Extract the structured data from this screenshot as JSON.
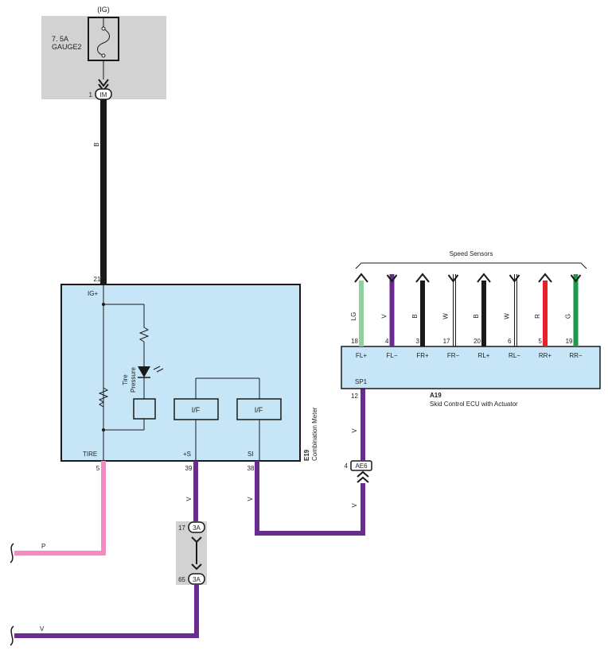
{
  "fuse": {
    "ig_label": "(IG)",
    "rating": "7. 5A",
    "name": "GAUGE2"
  },
  "connectors": {
    "im": {
      "pin": "1",
      "code": "IM"
    },
    "ae6": {
      "pin": "4",
      "code": "AE6"
    },
    "j3a_top": {
      "pin": "17",
      "code": "3A"
    },
    "j3a_bottom": {
      "pin": "65",
      "code": "3A"
    }
  },
  "wire_colors": {
    "fuse_to_meter": "B",
    "tire_out": "P",
    "s_out": "V",
    "si_out": "V",
    "ecu_out": "V",
    "j3a_out": "V"
  },
  "meter": {
    "code": "E19",
    "name": "Combination Meter",
    "pins": [
      {
        "num": "21",
        "label": "IG+"
      },
      {
        "num": "5",
        "label": "TIRE"
      },
      {
        "num": "39",
        "label": "+S"
      },
      {
        "num": "38",
        "label": "SI"
      }
    ],
    "indicator_label_1": "Tire",
    "indicator_label_2": "Pressure",
    "interface_1": "I/F",
    "interface_2": "I/F"
  },
  "ecu": {
    "code": "A19",
    "name": "Skid Control ECU with Actuator",
    "sp1_pin": "12",
    "sp1_label": "SP1",
    "speed_sensors_label": "Speed Sensors",
    "sensor_pins": [
      {
        "num": "18",
        "label": "FL+",
        "wire": "LG",
        "color": "#8fd19e"
      },
      {
        "num": "4",
        "label": "FL−",
        "wire": "V",
        "color": "#6a2c91"
      },
      {
        "num": "3",
        "label": "FR+",
        "wire": "B",
        "color": "#1a1a1a"
      },
      {
        "num": "17",
        "label": "FR−",
        "wire": "W",
        "color": "#ffffff"
      },
      {
        "num": "20",
        "label": "RL+",
        "wire": "B",
        "color": "#1a1a1a"
      },
      {
        "num": "6",
        "label": "RL−",
        "wire": "W",
        "color": "#ffffff"
      },
      {
        "num": "5",
        "label": "RR+",
        "wire": "R",
        "color": "#e8202a"
      },
      {
        "num": "19",
        "label": "RR−",
        "wire": "G",
        "color": "#1a9a4a"
      }
    ]
  },
  "colors": {
    "box_fill": "#c6e6f7",
    "gray_fill": "#d2d2d2",
    "black_wire": "#1a1a1a",
    "violet_wire": "#6a2c91",
    "pink_wire": "#f08cc0"
  }
}
